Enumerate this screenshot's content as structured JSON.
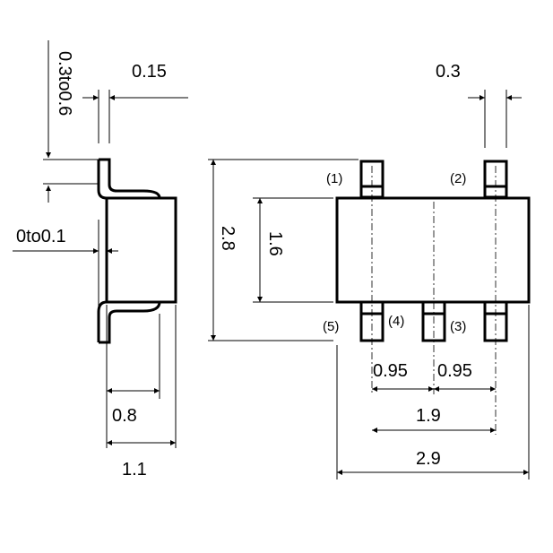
{
  "side_view": {
    "lead_height": "0.3to0.6",
    "lead_thickness": "0.15",
    "standoff": "0to0.1",
    "body_width": "0.8",
    "overall_width": "1.1"
  },
  "top_view": {
    "lead_width": "0.3",
    "overall_length": "2.8",
    "body_length": "1.6",
    "pitch_left": "0.95",
    "pitch_right": "0.95",
    "lead_span": "1.9",
    "body_width": "2.9",
    "pins": [
      "(1)",
      "(2)",
      "(3)",
      "(4)",
      "(5)"
    ]
  }
}
